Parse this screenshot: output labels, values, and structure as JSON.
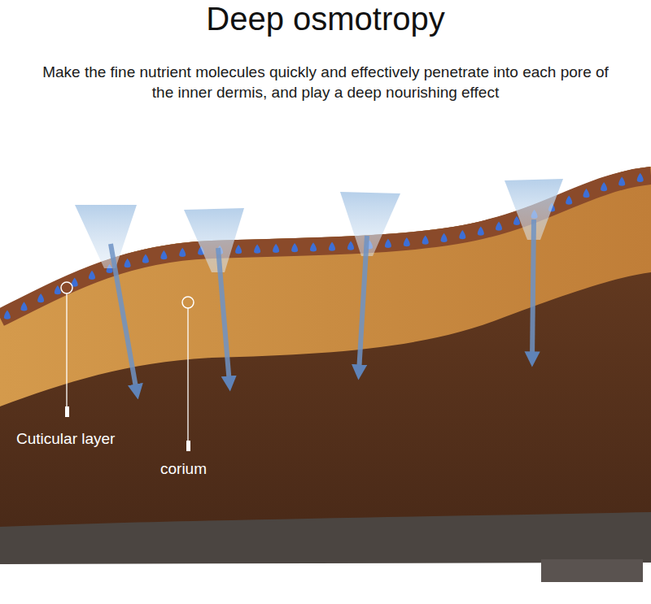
{
  "diagram": {
    "title": "Deep osmotropy",
    "labels": [
      "Make the fine nutrient molecules quickly and effectively penetrate into each pore of the inner dermis, and play a deep nourishing effect",
      "Cuticular layer",
      "corium"
    ]
  }
}
